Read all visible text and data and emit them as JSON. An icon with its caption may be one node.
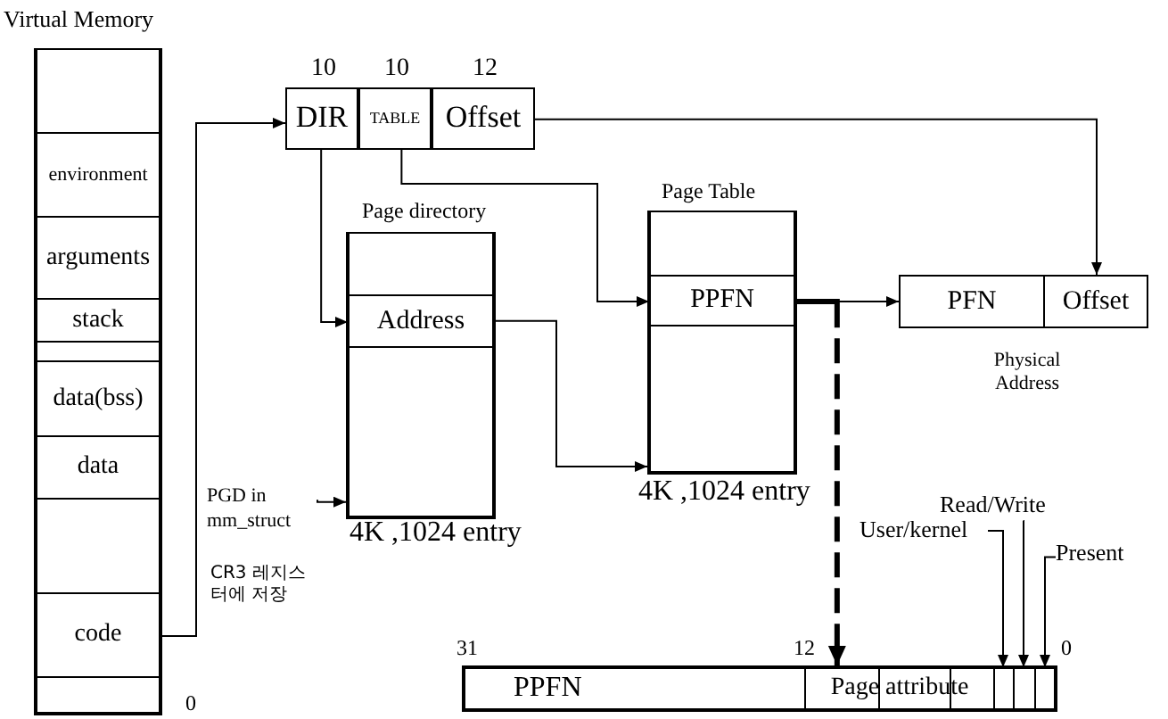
{
  "diagram": {
    "nodes": [
      {
        "text": [
          "Virtual Memory"
        ]
      },
      {
        "text": [],
        "shape": "box",
        "in": 0
      },
      {
        "text": [
          "environment"
        ],
        "in": 0
      },
      {
        "text": [
          "arguments"
        ],
        "in": 0
      },
      {
        "text": [
          "stack"
        ],
        "in": 0
      },
      {
        "text": [],
        "shape": "box",
        "in": 0
      },
      {
        "text": [
          "data(bss)"
        ],
        "in": 0
      },
      {
        "text": [
          "data"
        ],
        "in": 0
      },
      {
        "text": [],
        "shape": "box",
        "in": 0
      },
      {
        "text": [
          "code"
        ],
        "in": 0
      },
      {
        "text": [],
        "shape": "box",
        "in": 0
      },
      {
        "text": [
          "DIR"
        ],
        "beside": [
          "10"
        ]
      },
      {
        "text": [
          "TABLE"
        ],
        "beside": [
          "10"
        ]
      },
      {
        "text": [
          "Offset"
        ],
        "beside": [
          "12"
        ]
      },
      {
        "text": [
          "Page directory"
        ],
        "beside": [
          "4K ,1024 entry"
        ]
      },
      {
        "text": [],
        "shape": "box",
        "in": 14
      },
      {
        "text": [
          "Address"
        ],
        "in": 14
      },
      {
        "text": [],
        "shape": "box",
        "in": 14
      },
      {
        "text": [
          "Page Table"
        ],
        "beside": [
          "4K ,1024 entry"
        ]
      },
      {
        "text": [],
        "shape": "box",
        "in": 18
      },
      {
        "text": [
          "PPFN"
        ],
        "in": 18
      },
      {
        "text": [],
        "shape": "box",
        "in": 18
      },
      {
        "text": [
          "Physical Address"
        ]
      },
      {
        "text": [
          "PFN"
        ],
        "in": 22
      },
      {
        "text": [
          "Offset"
        ],
        "in": 22
      },
      {
        "text": [
          "PGD in mm_struct"
        ]
      },
      {
        "text": [],
        "shape": "bar"
      },
      {
        "text": [
          "PPFN"
        ],
        "in": 26
      },
      {
        "text": [
          "Page attribute"
        ],
        "in": 26
      },
      {
        "text": [],
        "shape": "box",
        "in": 26
      },
      {
        "text": [],
        "shape": "box",
        "in": 26
      },
      {
        "text": [],
        "shape": "box",
        "in": 26
      },
      {
        "text": [
          "User/kernel"
        ]
      },
      {
        "text": [
          "Read/Write"
        ]
      },
      {
        "text": [
          "Present"
        ]
      }
    ],
    "edges": [
      {
        "from": 9,
        "to": 11,
        "arrow": "to"
      },
      {
        "from": 11,
        "to": 16,
        "arrow": "to"
      },
      {
        "from": 12,
        "to": 20,
        "arrow": "to"
      },
      {
        "from": 13,
        "to": 24,
        "arrow": "to"
      },
      {
        "from": 16,
        "to": 18,
        "arrow": "to"
      },
      {
        "from": 25,
        "to": 14,
        "arrow": "to"
      },
      {
        "from": 20,
        "to": 23,
        "arrow": "to"
      },
      {
        "from": 20,
        "to": 26,
        "arrow": "to",
        "style": "dashed"
      },
      {
        "from": 32,
        "to": 29,
        "arrow": "to"
      },
      {
        "from": 33,
        "to": 30,
        "arrow": "to"
      },
      {
        "from": 34,
        "to": 31,
        "arrow": "to"
      }
    ],
    "labels": [
      "CR3 레지스터에 저장",
      "31",
      "12",
      "0",
      "0"
    ]
  }
}
